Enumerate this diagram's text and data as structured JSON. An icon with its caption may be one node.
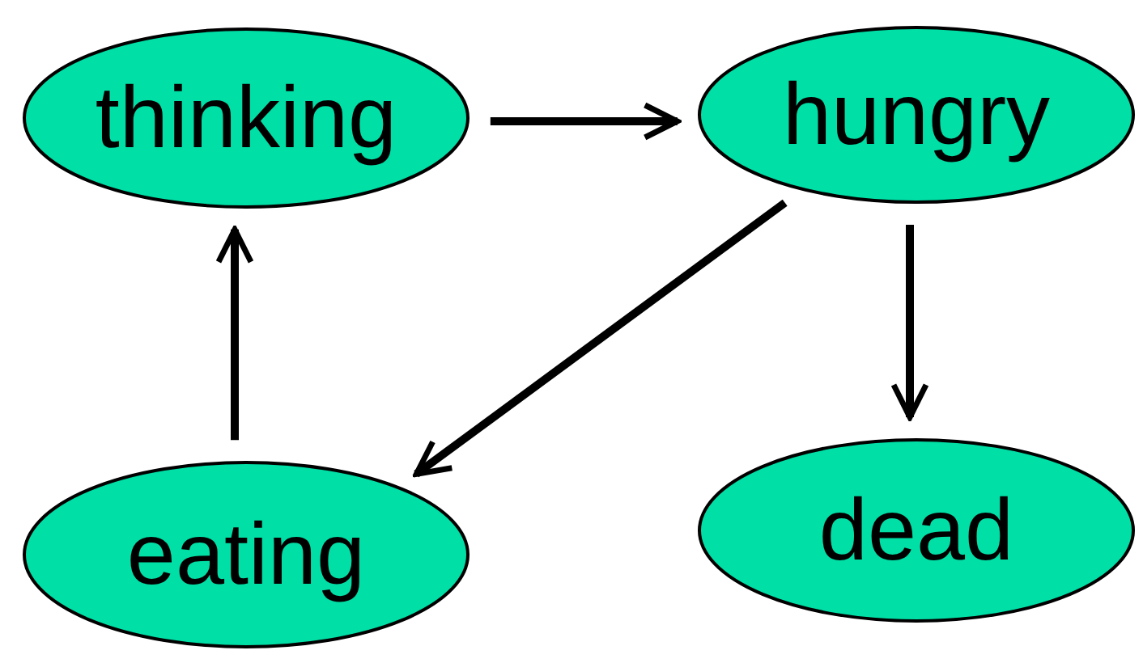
{
  "diagram": {
    "nodes": [
      {
        "text": [
          "thinking"
        ]
      },
      {
        "text": [
          "hungry"
        ]
      },
      {
        "text": [
          "eating"
        ]
      },
      {
        "text": [
          "dead"
        ]
      }
    ],
    "edges": [
      {
        "from": 0,
        "to": 1,
        "arrow": "to"
      },
      {
        "from": 1,
        "to": 2,
        "arrow": "to"
      },
      {
        "from": 1,
        "to": 3,
        "arrow": "to"
      },
      {
        "from": 2,
        "to": 0,
        "arrow": "to"
      }
    ]
  }
}
